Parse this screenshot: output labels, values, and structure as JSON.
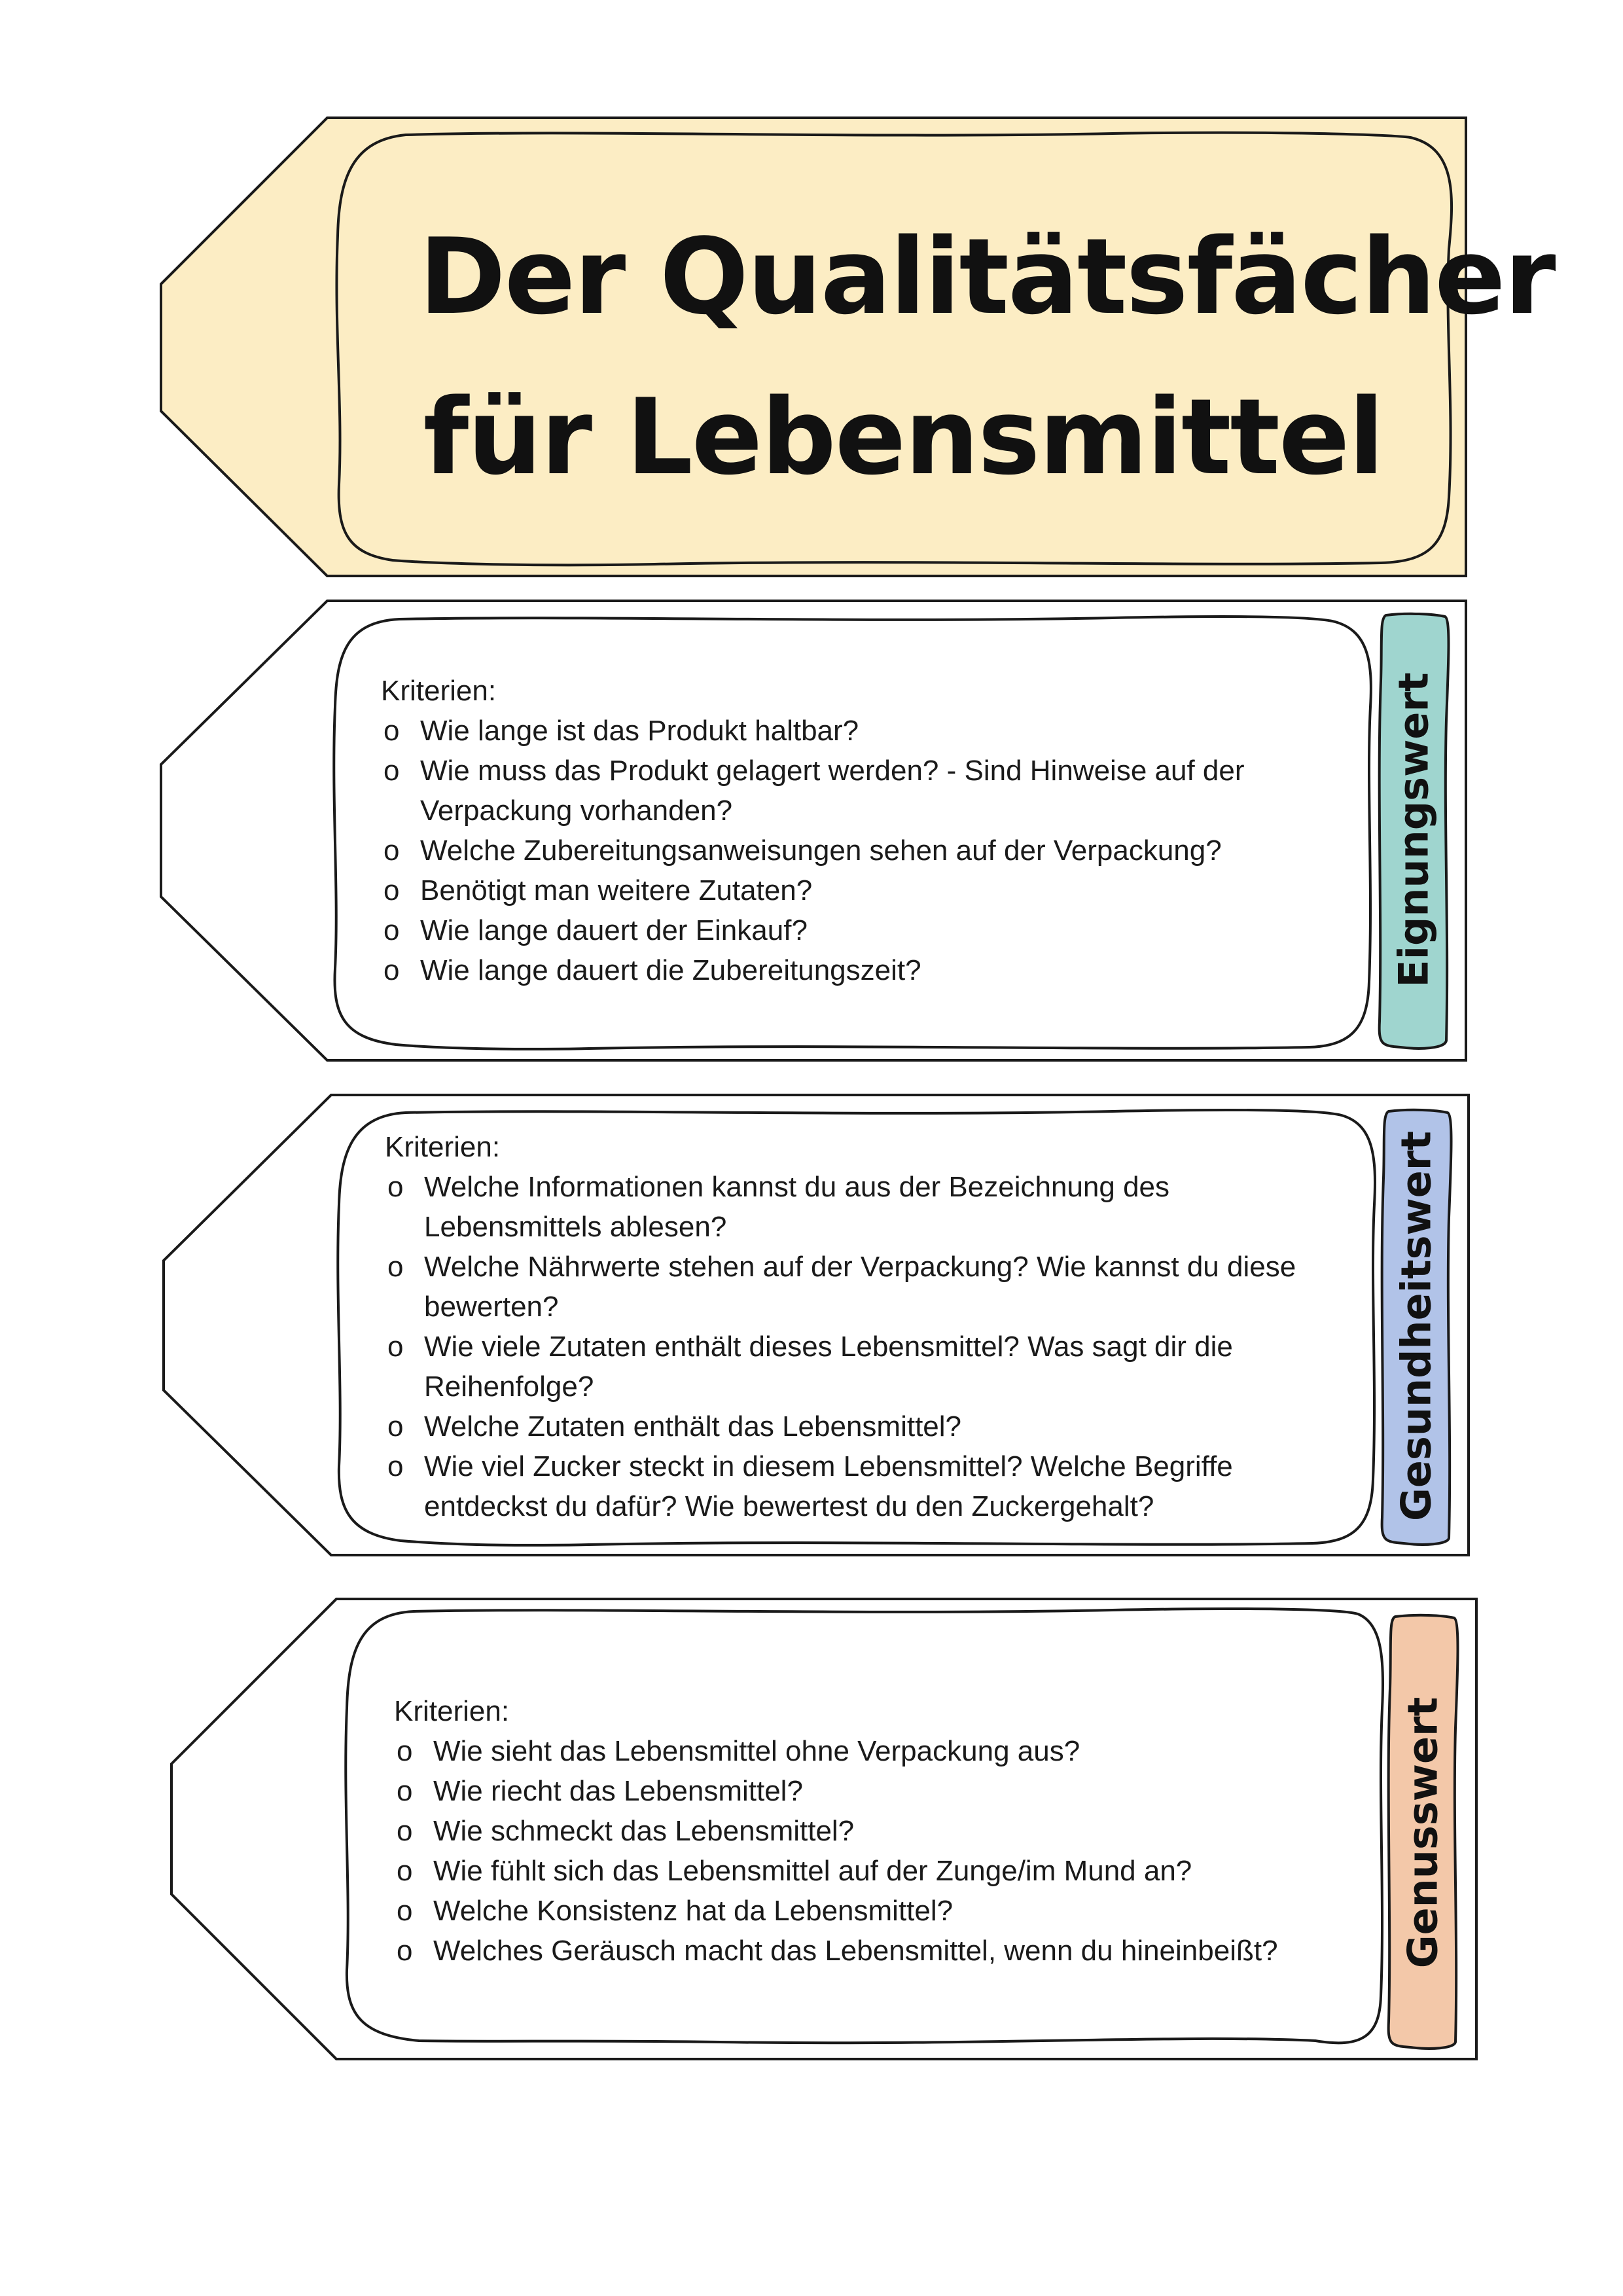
{
  "title": {
    "line1": "Der Qualitätsfächer",
    "line2": "für Lebensmittel"
  },
  "colors": {
    "title_fill": "#fcedc4",
    "tab_eignung": "#9fd5cf",
    "tab_gesundheit": "#b1c3e8",
    "tab_genuss": "#f3c8a9"
  },
  "bullet_symbol": "o",
  "sections": [
    {
      "tab_label": "Eignungswert",
      "heading": "Kriterien:",
      "items": [
        "Wie lange ist das Produkt haltbar?",
        "Wie muss das Produkt gelagert werden? - Sind Hinweise auf der Verpackung vorhanden?",
        "Welche Zubereitungsanweisungen sehen auf der Verpackung?",
        "Benötigt man weitere Zutaten?",
        "Wie lange dauert der Einkauf?",
        "Wie lange dauert die Zubereitungszeit?"
      ]
    },
    {
      "tab_label": "Gesundheitswert",
      "heading": "Kriterien:",
      "items": [
        "Welche Informationen kannst du aus der Bezeichnung des Lebensmittels ablesen?",
        "Welche Nährwerte stehen auf der Verpackung? Wie kannst du diese bewerten?",
        "Wie viele Zutaten enthält dieses Lebensmittel? Was sagt dir die Reihenfolge?",
        "Welche Zutaten enthält das Lebensmittel?",
        "Wie viel Zucker steckt in diesem Lebensmittel? Welche Begriffe entdeckst du dafür? Wie bewertest du den Zuckergehalt?"
      ]
    },
    {
      "tab_label": "Genusswert",
      "heading": "Kriterien:",
      "items": [
        "Wie sieht das Lebensmittel ohne Verpackung aus?",
        "Wie riecht das Lebensmittel?",
        "Wie schmeckt das Lebensmittel?",
        "Wie fühlt sich das Lebensmittel auf der Zunge/im Mund an?",
        "Welche Konsistenz hat da Lebensmittel?",
        "Welches Geräusch macht das Lebensmittel, wenn du hineinbeißt?"
      ]
    }
  ]
}
